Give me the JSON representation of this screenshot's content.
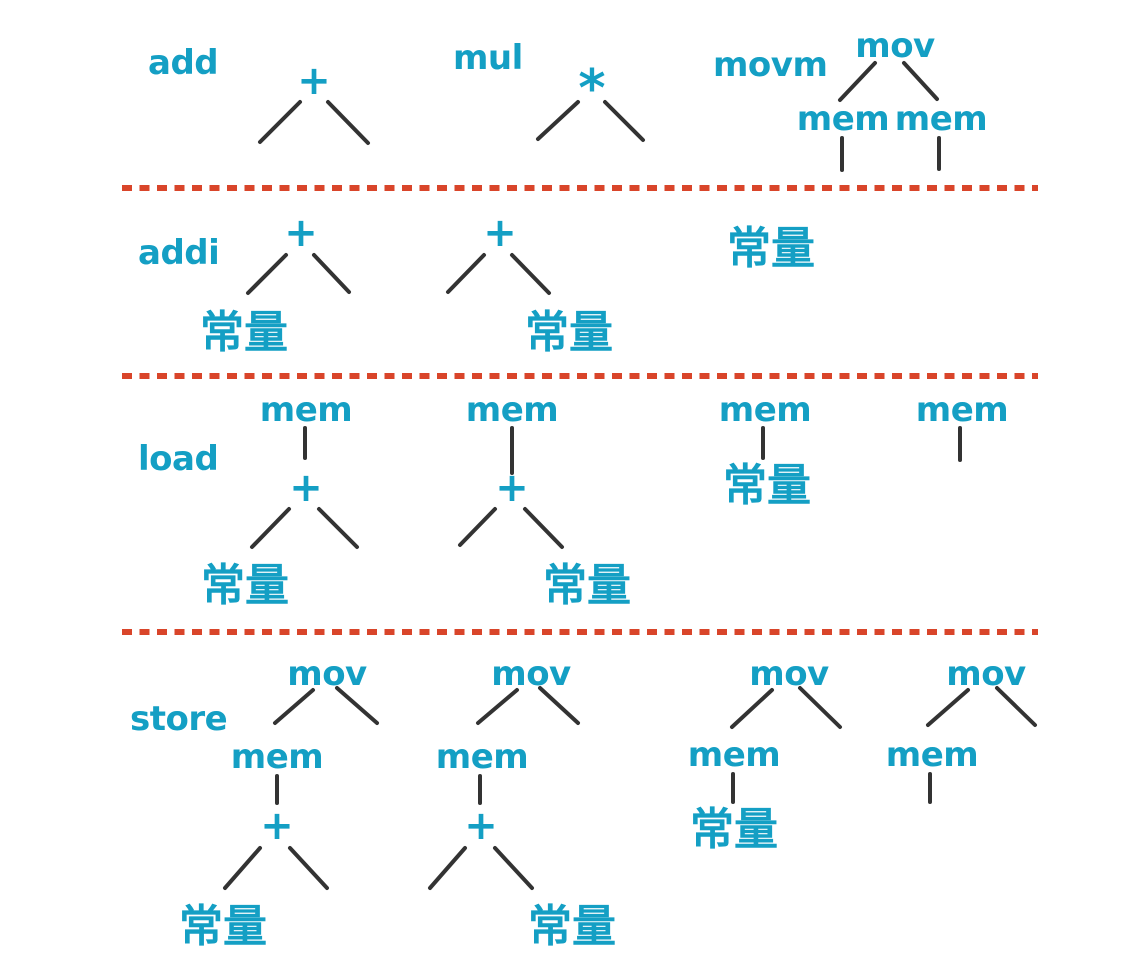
{
  "colors": {
    "node_text_teal": "#149fc4",
    "edge_black": "#333333",
    "divider_red": "#d9452a",
    "background": "#ffffff"
  },
  "instructions": [
    {
      "label": "add",
      "patterns": [
        {
          "tree": "+(reg, reg)",
          "root": "+"
        }
      ]
    },
    {
      "label": "mul",
      "patterns": [
        {
          "tree": "*(reg, reg)",
          "root": "*"
        }
      ]
    },
    {
      "label": "movm",
      "patterns": [
        {
          "tree": "mov(mem(reg), mem(reg))",
          "root": "mov",
          "left": "mem",
          "right": "mem"
        }
      ]
    },
    {
      "label": "addi",
      "patterns": [
        {
          "tree": "+(const, reg)",
          "root": "+",
          "left": "常量"
        },
        {
          "tree": "+(reg, const)",
          "root": "+",
          "right": "常量"
        },
        {
          "tree": "const",
          "root": "常量"
        }
      ]
    },
    {
      "label": "load",
      "patterns": [
        {
          "tree": "mem(+(const, reg))",
          "root": "mem",
          "mid": "+",
          "left": "常量"
        },
        {
          "tree": "mem(+(reg, const))",
          "root": "mem",
          "mid": "+",
          "right": "常量"
        },
        {
          "tree": "mem(const)",
          "root": "mem",
          "child": "常量"
        },
        {
          "tree": "mem(reg)",
          "root": "mem"
        }
      ]
    },
    {
      "label": "store",
      "patterns": [
        {
          "tree": "mov(mem(+(const, reg)), reg)",
          "root": "mov",
          "mem": "mem",
          "plus": "+",
          "left": "常量"
        },
        {
          "tree": "mov(mem(+(reg, const)), reg)",
          "root": "mov",
          "mem": "mem",
          "plus": "+",
          "right": "常量"
        },
        {
          "tree": "mov(mem(const), reg)",
          "root": "mov",
          "mem": "mem",
          "child": "常量"
        },
        {
          "tree": "mov(mem(reg), reg)",
          "root": "mov",
          "mem": "mem"
        }
      ]
    }
  ]
}
